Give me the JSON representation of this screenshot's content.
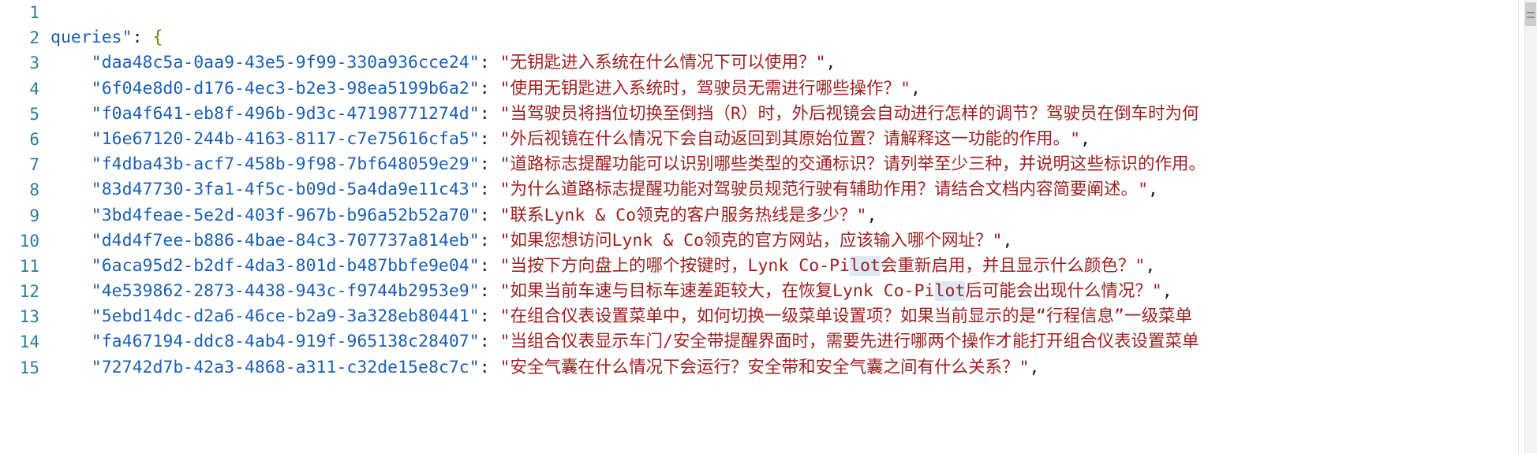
{
  "editor": {
    "language": "json",
    "first_visible_line": 1,
    "colors": {
      "background": "#ffffff",
      "gutter_text": "#2d7d9a",
      "json_key": "#1a5fb4",
      "json_string": "#a02020",
      "punctuation": "#222222",
      "brace": "#6a8a12",
      "search_highlight": "#dce9f7"
    },
    "scrollbar": {
      "thumb_name": "vertical-scrollbar-thumb"
    }
  },
  "gutter": {
    "line_numbers": [
      "1",
      "2",
      "3",
      "4",
      "5",
      "6",
      "7",
      "8",
      "9",
      "10",
      "11",
      "12",
      "13",
      "14",
      "15"
    ]
  },
  "code": {
    "line_2_prefix": "queries",
    "line_2_quote": "\"",
    "line_2_colon": ":",
    "line_2_brace": "{",
    "entries": [
      {
        "line": 3,
        "key": "daa48c5a-0aa9-43e5-9f99-330a936cce24",
        "value": "无钥匙进入系统在什么情况下可以使用？"
      },
      {
        "line": 4,
        "key": "6f04e8d0-d176-4ec3-b2e3-98ea5199b6a2",
        "value": "使用无钥匙进入系统时，驾驶员无需进行哪些操作？"
      },
      {
        "line": 5,
        "key": "f0a4f641-eb8f-496b-9d3c-47198771274d",
        "value": "当驾驶员将挡位切换至倒挡（R）时，外后视镜会自动进行怎样的调节？驾驶员在倒车时为何"
      },
      {
        "line": 6,
        "key": "16e67120-244b-4163-8117-c7e75616cfa5",
        "value": "外后视镜在什么情况下会自动返回到其原始位置？请解释这一功能的作用。"
      },
      {
        "line": 7,
        "key": "f4dba43b-acf7-458b-9f98-7bf648059e29",
        "value": "道路标志提醒功能可以识别哪些类型的交通标识？请列举至少三种，并说明这些标识的作用。"
      },
      {
        "line": 8,
        "key": "83d47730-3fa1-4f5c-b09d-5a4da9e11c43",
        "value": "为什么道路标志提醒功能对驾驶员规范行驶有辅助作用？请结合文档内容简要阐述。"
      },
      {
        "line": 9,
        "key": "3bd4feae-5e2d-403f-967b-b96a52b52a70",
        "value": "联系Lynk & Co领克的客户服务热线是多少？"
      },
      {
        "line": 10,
        "key": "d4d4f7ee-b886-4bae-84c3-707737a814eb",
        "value": "如果您想访问Lynk & Co领克的官方网站，应该输入哪个网址？"
      },
      {
        "line": 11,
        "key": "6aca95d2-b2df-4da3-801d-b487bbfe9e04",
        "value_pre": "当按下方向盘上的哪个按键时，Lynk Co-Pi",
        "value_hl": "lot",
        "value_post": "会重新启用，并且显示什么颜色？"
      },
      {
        "line": 12,
        "key": "4e539862-2873-4438-943c-f9744b2953e9",
        "value_pre": "如果当前车速与目标车速差距较大，在恢复Lynk Co-Pi",
        "value_hl": "lot",
        "value_post": "后可能会出现什么情况？"
      },
      {
        "line": 13,
        "key": "5ebd14dc-d2a6-46ce-b2a9-3a328eb80441",
        "value": "在组合仪表设置菜单中，如何切换一级菜单设置项？如果当前显示的是“行程信息”一级菜单"
      },
      {
        "line": 14,
        "key": "fa467194-ddc8-4ab4-919f-965138c28407",
        "value": "当组合仪表显示车门/安全带提醒界面时，需要先进行哪两个操作才能打开组合仪表设置菜单"
      },
      {
        "line": 15,
        "key": "72742d7b-42a3-4868-a311-c32de15e8c7c",
        "value": "安全气囊在什么情况下会运行？安全带和安全气囊之间有什么关系？"
      }
    ],
    "quote": "\"",
    "colon": ":",
    "comma": ","
  }
}
